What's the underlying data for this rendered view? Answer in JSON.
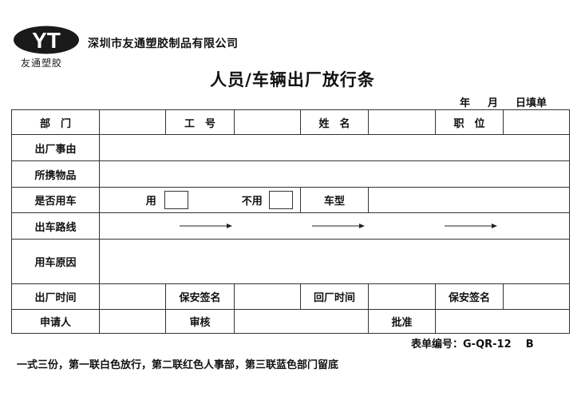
{
  "header": {
    "logo_letters": "YT",
    "logo_sub": "友通塑胶",
    "company": "深圳市友通塑胶制品有限公司",
    "title": "人员/车辆出厂放行条",
    "date_year": "年",
    "date_month": "月",
    "date_day": "日填单"
  },
  "form": {
    "department": "部　门",
    "employee_id": "工　号",
    "name": "姓　名",
    "position": "职　位",
    "exit_reason": "出厂事由",
    "items_carried": "所携物品",
    "use_vehicle": "是否用车",
    "use_yes": "用",
    "use_no": "不用",
    "vehicle_type": "车型",
    "route": "出车路线",
    "vehicle_reason": "用车原因",
    "exit_time": "出厂时间",
    "guard_sign_1": "保安签名",
    "return_time": "回厂时间",
    "guard_sign_2": "保安签名",
    "applicant": "申请人",
    "review": "审核",
    "approve": "批准"
  },
  "footer": {
    "form_number": "表单编号：G-QR-12    B",
    "note": "一式三份，第一联白色放行，第二联红色人事部，第三联蓝色部门留底"
  }
}
